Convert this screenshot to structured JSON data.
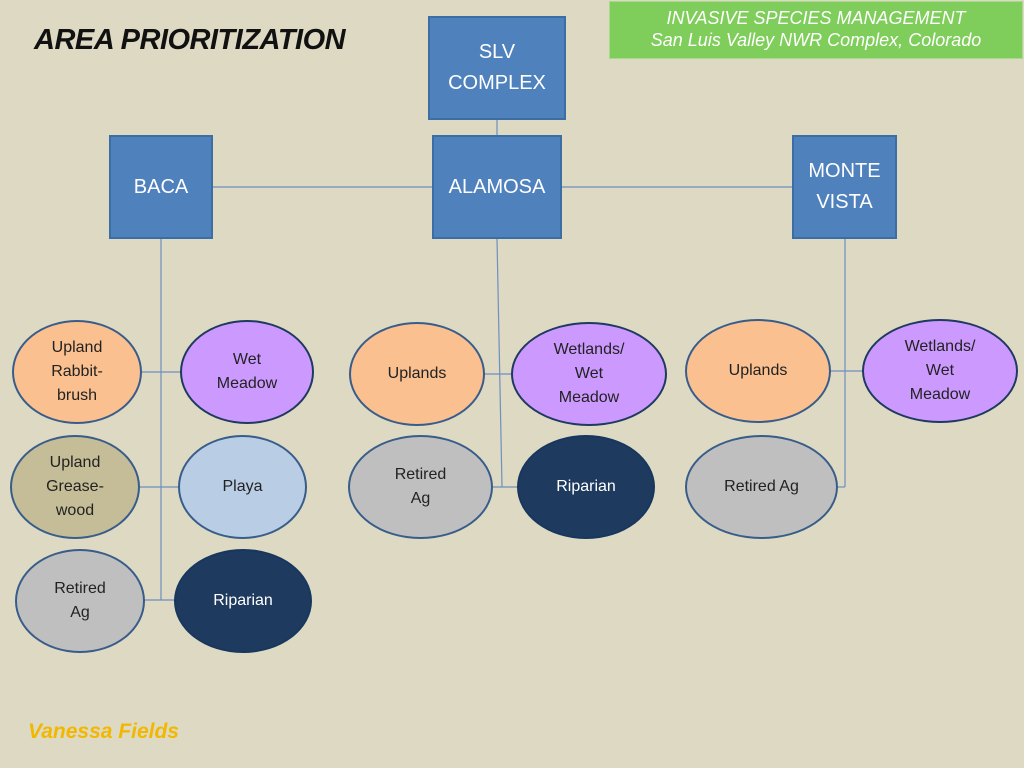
{
  "slide_title": "AREA PRIORITIZATION",
  "banner": {
    "line1": "INVASIVE SPECIES MANAGEMENT",
    "line2": "San Luis Valley NWR Complex, Colorado"
  },
  "author": "Vanessa Fields",
  "root": "SLV\nCOMPLEX",
  "units": {
    "baca": "BACA",
    "alamosa": "ALAMOSA",
    "monte_vista": "MONTE\nVISTA"
  },
  "baca_areas": [
    "Upland\nRabbit-\nbrush",
    "Wet\nMeadow",
    "Upland\nGrease-\nwood",
    "Playa",
    "Retired\nAg",
    "Riparian"
  ],
  "alamosa_areas": [
    "Uplands",
    "Wetlands/\nWet\nMeadow",
    "Retired\nAg",
    "Riparian"
  ],
  "monte_vista_areas": [
    "Uplands",
    "Wetlands/\nWet\nMeadow",
    "Retired Ag"
  ]
}
